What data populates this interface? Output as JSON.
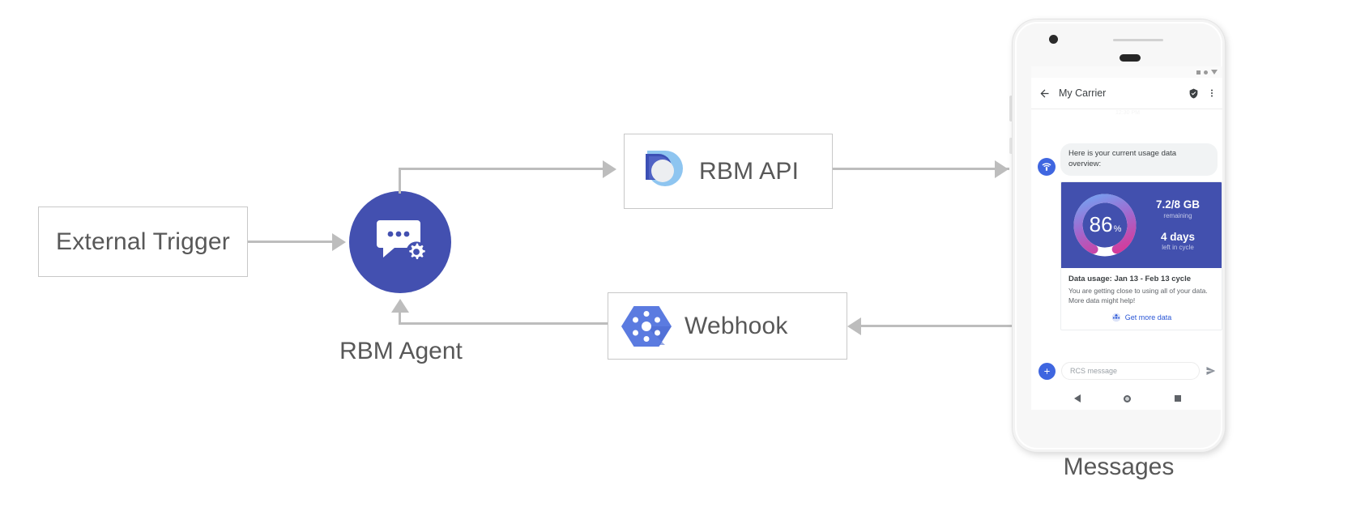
{
  "diagram": {
    "nodes": {
      "external_trigger": {
        "label": "External Trigger"
      },
      "rbm_agent": {
        "label": "RBM Agent",
        "icon": "chat-gear-icon"
      },
      "rbm_api": {
        "label": "RBM API",
        "icon": "rbm-droplet-icon"
      },
      "webhook": {
        "label": "Webhook",
        "icon": "hexagon-network-icon"
      },
      "messages": {
        "label": "Messages"
      }
    },
    "colors": {
      "agent_blue": "#4350b0",
      "connector_gray": "#bdbdbd",
      "box_border": "#c8c8c8",
      "label_gray": "#585858"
    }
  },
  "phone": {
    "statusbar": {
      "icons": [
        "square-icon",
        "circle-icon",
        "triangle-icon"
      ]
    },
    "appbar": {
      "back_icon": "back-arrow-icon",
      "title": "My Carrier",
      "verified_icon": "verified-shield-icon",
      "overflow_icon": "overflow-menu-icon"
    },
    "timestamp": "12:30 PM",
    "message": {
      "avatar_icon": "carrier-wifi-icon",
      "text": "Here is your current usage data overview:"
    },
    "card": {
      "gauge": {
        "percent_value": "86",
        "percent_symbol": "%",
        "percent_number": 86,
        "track_color": "#ffffff",
        "gradient_start": "#6fa8f5",
        "gradient_end": "#e0308e"
      },
      "data_remaining": "7.2/8 GB",
      "data_remaining_sub": "remaining",
      "days_left": "4 days",
      "days_left_sub": "left in cycle",
      "title": "Data usage: Jan 13 - Feb 13 cycle",
      "description": "You are getting close to using all of your data. More data might help!",
      "action": {
        "icon": "globe-icon",
        "label": "Get more data",
        "color": "#2a56d6"
      },
      "hero_bg": "#4250ae"
    },
    "composer": {
      "plus_icon": "plus-icon",
      "placeholder": "RCS message",
      "value": "",
      "send_icon": "send-icon"
    },
    "navbar": {
      "icons": [
        "nav-back-icon",
        "nav-home-icon",
        "nav-recents-icon"
      ]
    },
    "caption": "Messages"
  }
}
